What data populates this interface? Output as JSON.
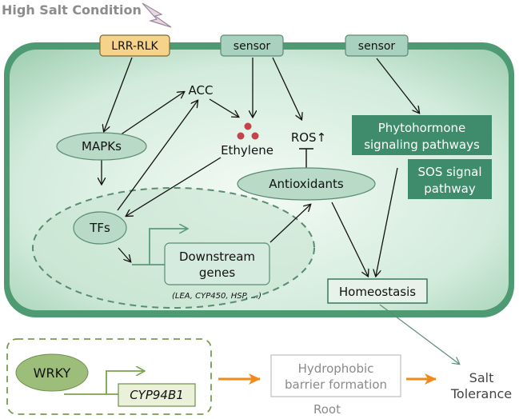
{
  "title": "High Salt Condition",
  "receptors": {
    "lrr_rlk": "LRR-RLK",
    "sensor_left": "sensor",
    "sensor_right": "sensor"
  },
  "nodes": {
    "acc": "ACC",
    "mapks": "MAPKs",
    "ethylene": "Ethylene",
    "ros": "ROS↑",
    "antioxidants": "Antioxidants",
    "tfs": "TFs",
    "downstream_line1": "Downstream",
    "downstream_line2": "genes",
    "downstream_examples": "(LEA, CYP450, HSP, ...)",
    "phytohormone_line1": "Phytohormone",
    "phytohormone_line2": "signaling pathways",
    "sos_line1": "SOS signal",
    "sos_line2": "pathway",
    "homeostasis": "Homeostasis"
  },
  "root_section": {
    "wrky": "WRKY",
    "cyp94b1": "CYP94B1",
    "barrier_line1": "Hydrophobic",
    "barrier_line2": "barrier formation",
    "root_label": "Root"
  },
  "outcome": {
    "line1": "Salt",
    "line2": "Tolerance"
  },
  "colors": {
    "cell_wall": "#4e9a72",
    "cytoplasm_light": "#eef7f1",
    "cytoplasm_dark": "#a8d5b8",
    "ellipse_fill": "#d4e9dc",
    "ellipse_stroke": "#5a8c72",
    "dark_box": "#3f8c6d",
    "lrr_fill": "#f6d38a",
    "ethylene_dots": "#c2454b",
    "orange_arrow": "#f08a1c",
    "wrky_fill": "#9dbd7a",
    "dashed_box": "#7b9a4e"
  },
  "icons": {
    "lightning": "lightning-bolt-icon"
  }
}
